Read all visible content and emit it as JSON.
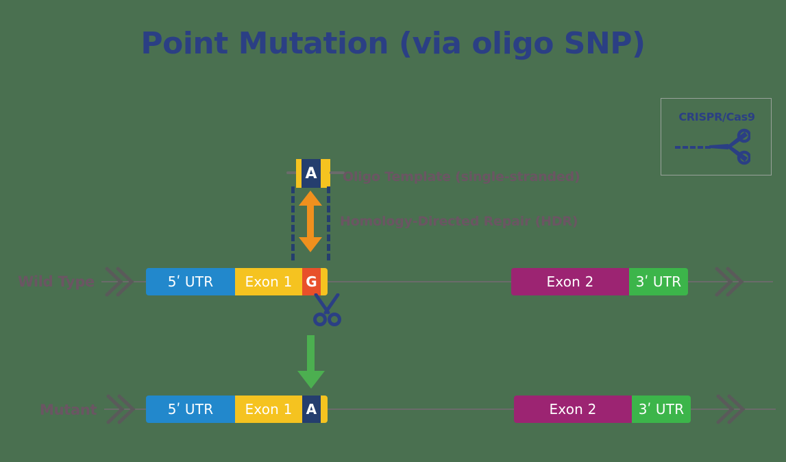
{
  "page": {
    "title": "Point Mutation (via oligo SNP)",
    "background_color": "#4a7050",
    "title_color": "#2b3f84"
  },
  "legend": {
    "label": "CRISPR/Cas9",
    "dash_icon": "dashed-line-icon",
    "scissors_icon": "scissors-icon",
    "border_color": "#9aa39c"
  },
  "annotations": {
    "oligo_template": "Oligo Template (single-stranded)",
    "hdr": "Homology-Directed Repair (HDR)"
  },
  "oligo": {
    "base": "A",
    "flank_color": "#f5c320",
    "base_color": "#253e6e"
  },
  "rows": {
    "wild_type": {
      "label": "Wild Type",
      "segments": [
        {
          "name": "five-prime-utr",
          "text": "5ʹ UTR",
          "color": "#2288cc"
        },
        {
          "name": "exon-1",
          "text": "Exon 1",
          "color": "#f5c320"
        },
        {
          "name": "snp-base",
          "text": "G",
          "color": "#e8502a"
        },
        {
          "name": "exon-2",
          "text": "Exon 2",
          "color": "#9c2472"
        },
        {
          "name": "three-prime-utr",
          "text": "3ʹ UTR",
          "color": "#3cb54a"
        }
      ]
    },
    "mutant": {
      "label": "Mutant",
      "segments": [
        {
          "name": "five-prime-utr",
          "text": "5ʹ UTR",
          "color": "#2288cc"
        },
        {
          "name": "exon-1",
          "text": "Exon 1",
          "color": "#f5c320"
        },
        {
          "name": "snp-base",
          "text": "A",
          "color": "#253e6e"
        },
        {
          "name": "exon-2",
          "text": "Exon 2",
          "color": "#9c2472"
        },
        {
          "name": "three-prime-utr",
          "text": "3ʹ UTR",
          "color": "#3cb54a"
        }
      ]
    }
  },
  "icons": {
    "cut_scissors": "scissors-icon",
    "hdr_arrow": "double-headed-arrow-icon",
    "transform_arrow": "down-arrow-icon",
    "chevron": "double-chevron-icon"
  }
}
